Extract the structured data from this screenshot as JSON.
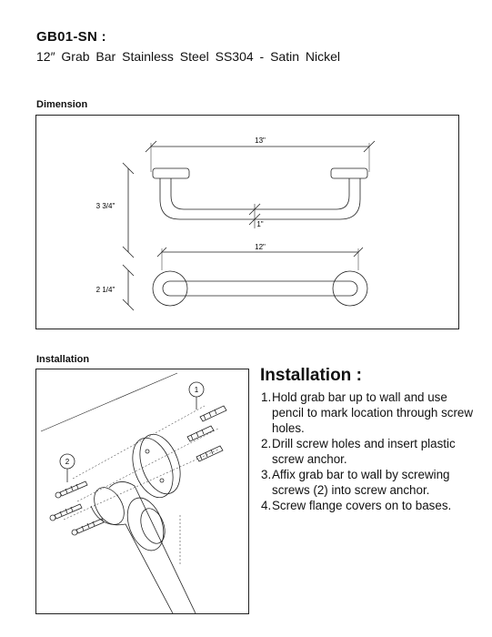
{
  "header": {
    "model": "GB01-SN :",
    "subtitle": "12″ Grab Bar Stainless Steel SS304 - Satin Nickel"
  },
  "dimension": {
    "label": "Dimension",
    "width_overall": "13\"",
    "height": "3 3/4\"",
    "wall_clearance": "1\"",
    "bar_length": "12\"",
    "flange_diameter": "2 1/4\""
  },
  "installation": {
    "label": "Installation",
    "title": "Installation :",
    "callouts": [
      "1",
      "2"
    ],
    "steps": [
      {
        "num": "1.",
        "text": "Hold grab bar up to wall and use pencil to mark location through screw holes."
      },
      {
        "num": "2.",
        "text": "Drill screw holes and insert plastic screw anchor."
      },
      {
        "num": "3.",
        "text": "Affix  grab bar to wall by screwing screws (2) into screw anchor."
      },
      {
        "num": "4.",
        "text": "Screw flange covers on to bases."
      }
    ]
  }
}
